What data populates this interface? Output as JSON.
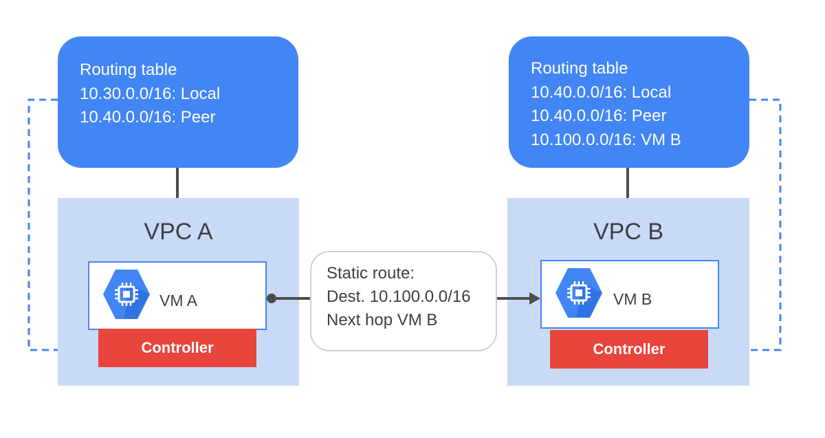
{
  "colors": {
    "routing_fill": "#4285f4",
    "vpc_fill": "#c9daf7",
    "vm_border": "#4285f4",
    "controller_fill": "#e8453c",
    "connector": "#4d4d4d",
    "dashed": "#4285f4"
  },
  "left": {
    "routing_table": {
      "title": "Routing table",
      "entries": [
        "10.30.0.0/16: Local",
        "10.40.0.0/16: Peer"
      ]
    },
    "vpc_title": "VPC A",
    "vm": {
      "label": "VM A",
      "icon": "compute-engine-chip-icon"
    },
    "controller_label": "Controller"
  },
  "right": {
    "routing_table": {
      "title": "Routing table",
      "entries": [
        "10.40.0.0/16: Local",
        "10.40.0.0/16: Peer",
        "10.100.0.0/16: VM B"
      ]
    },
    "vpc_title": "VPC B",
    "vm": {
      "label": "VM B",
      "icon": "compute-engine-chip-icon"
    },
    "controller_label": "Controller"
  },
  "static_route": {
    "lines": [
      "Static route:",
      "Dest. 10.100.0.0/16",
      "Next hop VM B"
    ]
  }
}
